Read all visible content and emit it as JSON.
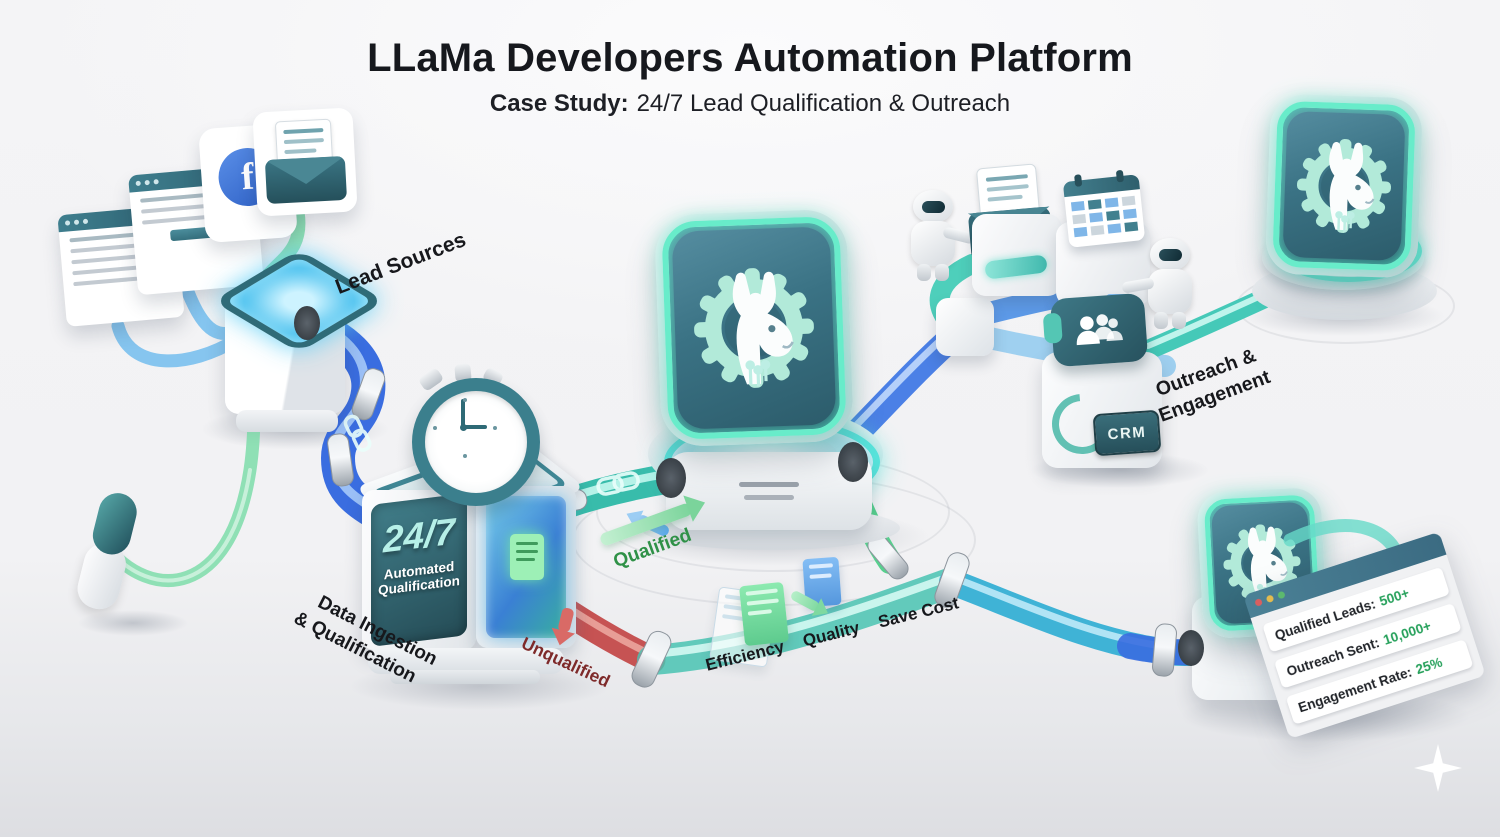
{
  "header": {
    "title": "LLaMa Developers Automation Platform",
    "case_label": "Case Study:",
    "case_text": "24/7 Lead Qualification & Outreach"
  },
  "stage_labels": {
    "lead_sources": "Lead Sources",
    "ingestion_line1": "Data Ingestion",
    "ingestion_line2": "& Qualification",
    "outreach_line1": "Outreach &",
    "outreach_line2": "Engagement"
  },
  "flow_labels": {
    "qualified": "Qualified",
    "unqualified": "Unqualified",
    "benefit_1": "Efficiency",
    "benefit_2": "Quality",
    "benefit_3": "Save Cost"
  },
  "qualification_box": {
    "badge": "24/7",
    "caption_line1": "Automated",
    "caption_line2": "Qualification"
  },
  "crm_label": "CRM",
  "facebook_glyph": "f",
  "stats_panel": {
    "rows": [
      {
        "label": "Qualified Leads:",
        "value": "500+"
      },
      {
        "label": "Outreach Sent:",
        "value": "10,000+"
      },
      {
        "label": "Engagement Rate:",
        "value": "25%"
      }
    ]
  },
  "colors": {
    "teal_dark": "#2e616f",
    "mint_glow": "#66e9cc",
    "pipe_blue": "#3a6de0",
    "pipe_teal": "#38bcab",
    "pipe_green": "#58cf8e",
    "pipe_red": "#c24545",
    "qualified_green": "#2f9147",
    "unqualified_red": "#7e2a2a",
    "stat_green": "#25a05a"
  }
}
